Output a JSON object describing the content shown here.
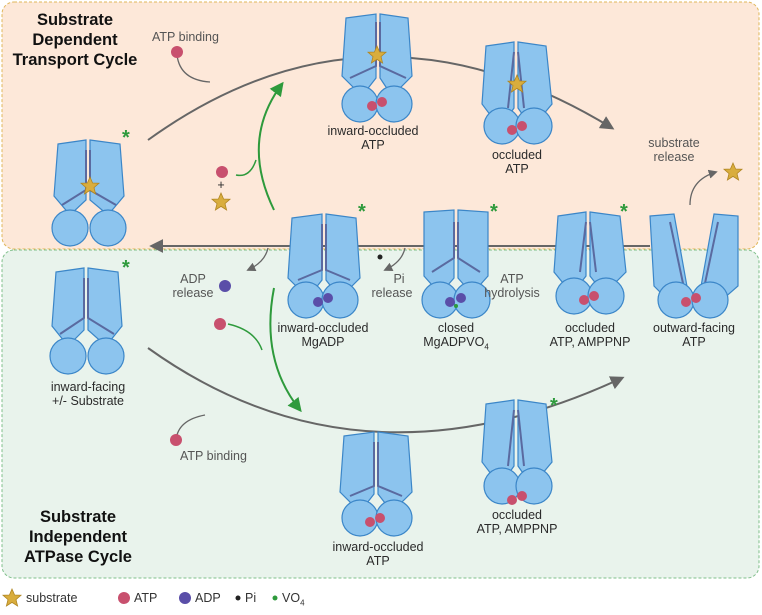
{
  "panels": {
    "top_title": [
      "Substrate",
      "Dependent",
      "Transport Cycle"
    ],
    "bottom_title": [
      "Substrate",
      "Independent",
      "ATPase Cycle"
    ]
  },
  "labels": {
    "atp_binding_top": "ATP binding",
    "inward_occluded_atp_top": [
      "inward-occluded",
      "ATP"
    ],
    "occluded_atp": [
      "occluded",
      "ATP"
    ],
    "substrate_release": [
      "substrate",
      "release"
    ],
    "plus": "+",
    "adp_release": [
      "ADP",
      "release"
    ],
    "pi_release": [
      "Pi",
      "release"
    ],
    "atp_hydrolysis": [
      "ATP",
      "hydrolysis"
    ],
    "inward_occluded_mgadp": [
      "inward-occluded",
      "MgADP"
    ],
    "closed_mgadpvo4": [
      "closed",
      "MgADPVO",
      "4"
    ],
    "occluded_atp_amppnp_mid": [
      "occluded",
      "ATP, AMPPNP"
    ],
    "outward_facing_atp": [
      "outward-facing",
      "ATP"
    ],
    "inward_facing": [
      "inward-facing",
      "+/- Substrate"
    ],
    "atp_binding_bottom": "ATP binding",
    "inward_occluded_atp_bottom": [
      "inward-occluded",
      "ATP"
    ],
    "occluded_atp_amppnp_bottom": [
      "occluded",
      "ATP, AMPPNP"
    ],
    "asterisk": "*"
  },
  "legend": {
    "substrate": "substrate",
    "atp": "ATP",
    "adp": "ADP",
    "pi": "Pi",
    "vo4": "VO",
    "vo4_sub": "4"
  },
  "colors": {
    "protein": "#8cc4ee",
    "protein_edge": "#3b86c8",
    "helix_line": "#5a6aa0",
    "atp": "#c8506e",
    "adp": "#5a4ea8",
    "vo4": "#2e9a3c",
    "substrate": "#d9ad3d",
    "green_arrow": "#2e9a3c",
    "gray_arrow": "#666666",
    "top_panel": "#fde8d9",
    "bottom_panel": "#e9f3ec"
  }
}
